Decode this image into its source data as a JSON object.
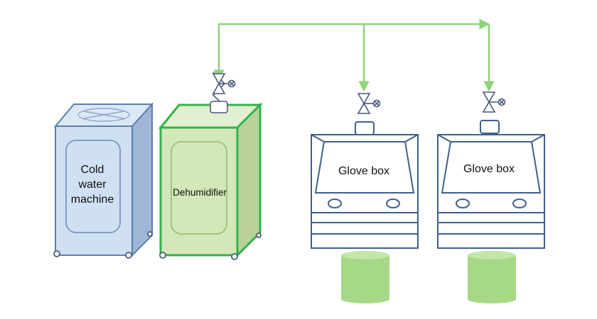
{
  "labels": {
    "cold_water_line1": "Cold",
    "cold_water_line2": "water",
    "cold_water_line3": "machine",
    "dehumidifier": "Dehumidifier",
    "glove_box_1": "Glove box",
    "glove_box_2": "Glove box"
  },
  "colors": {
    "pipe": "#8fd37a",
    "cold_machine_fill": "#cfe0f3",
    "cold_machine_stroke": "#5b7fae",
    "dehumidifier_fill": "#d3e7b8",
    "dehumidifier_stroke": "#33b34a",
    "glovebox_stroke": "#3f5f8c",
    "canister_fill": "#a6d887"
  }
}
